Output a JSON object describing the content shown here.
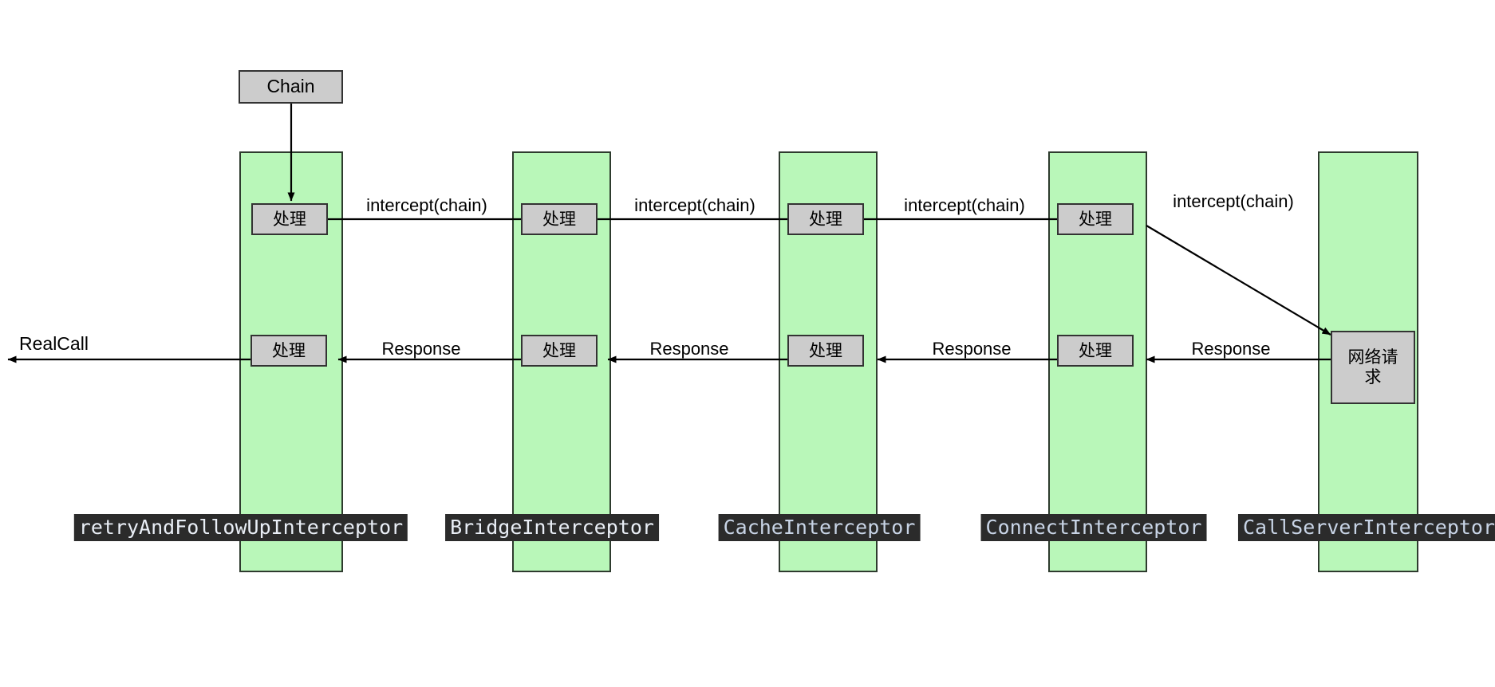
{
  "diagram": {
    "title_entry": "Chain",
    "terminal_left": "RealCall",
    "process_label": "处理",
    "network_node": "网络请\n求",
    "forward_label": "intercept(chain)",
    "backward_label": "Response",
    "colors": {
      "lane_fill": "#b9f7b9",
      "lane_stroke": "#2e3b2e",
      "node_fill": "#cccccc",
      "node_stroke": "#333333",
      "caption_bg": "#2b2b2b",
      "caption_fg": "#c8d4e6",
      "edge_stroke": "#000000",
      "background": "#ffffff"
    },
    "lanes": [
      {
        "id": "retry",
        "caption": "retryAndFollowUpInterceptor"
      },
      {
        "id": "bridge",
        "caption": "BridgeInterceptor"
      },
      {
        "id": "cache",
        "caption": "CacheInterceptor"
      },
      {
        "id": "connect",
        "caption": "ConnectInterceptor"
      },
      {
        "id": "callserver",
        "caption": "CallServerInterceptor"
      }
    ],
    "forward_edges": [
      {
        "from": "retry",
        "to": "bridge",
        "label": "intercept(chain)"
      },
      {
        "from": "bridge",
        "to": "cache",
        "label": "intercept(chain)"
      },
      {
        "from": "cache",
        "to": "connect",
        "label": "intercept(chain)"
      },
      {
        "from": "connect",
        "to": "callserver",
        "label": "intercept(chain)"
      }
    ],
    "backward_edges": [
      {
        "from": "retry",
        "to": "realcall",
        "label": ""
      },
      {
        "from": "bridge",
        "to": "retry",
        "label": "Response"
      },
      {
        "from": "cache",
        "to": "bridge",
        "label": "Response"
      },
      {
        "from": "connect",
        "to": "cache",
        "label": "Response"
      },
      {
        "from": "callserver",
        "to": "connect",
        "label": "Response"
      }
    ]
  }
}
